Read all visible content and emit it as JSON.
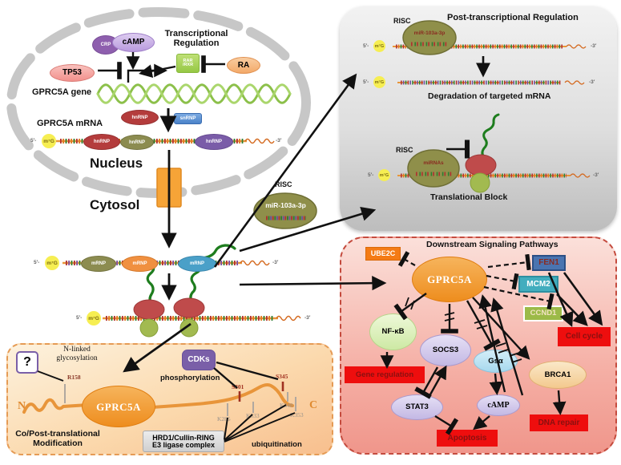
{
  "colors": {
    "accent_red": "#ee0e0e",
    "dark_red_text": "#8a1010",
    "gprc5a_orange": "#ee8d1e",
    "risc_olive": "#8f8f4a",
    "mrna_orange": "#e8953a",
    "panel_gray": "#d9d9d9",
    "panel_pink": "#f2a198",
    "panel_orange": "#f9c493"
  },
  "nucleus": {
    "title": "Transcriptional Regulation",
    "tp53": "TP53",
    "crp": "CRP",
    "camp": "cAMP",
    "rar_line1": "RAR",
    "rar_line2": "/RXR",
    "ra": "RA",
    "gene_label": "GPRC5A gene",
    "mrna_label": "GPRC5A mRNA",
    "hnrnp": "hnRNP",
    "snrnp": "snRNP",
    "nucleus_label": "Nucleus",
    "cytosol_label": "Cytosol"
  },
  "mrna": {
    "five_prime": "5′-",
    "three_prime": "-3′",
    "cap": "m⁷G",
    "mrnp": "mRNP"
  },
  "risc_mid": {
    "risc": "RISC",
    "mir": "miR-103a-3p"
  },
  "post_panel": {
    "title": "Post-transcriptional Regulation",
    "risc_top": "RISC",
    "mir_top": "miR-103a-3p",
    "degradation": "Degradation of targeted mRNA",
    "risc_bottom": "RISC",
    "mirnas": "miRNAs",
    "block": "Translational Block"
  },
  "downstream": {
    "title": "Downstream Signaling Pathways",
    "ube2c": "UBE2C",
    "gprc5a": "GPRC5A",
    "fen1": "FEN1",
    "mcm2": "MCM2",
    "ccnd1": "CCND1",
    "cell_cycle": "Cell cycle",
    "nfkb": "NF-κB",
    "socs3": "SOCS3",
    "gsa": "Gsα",
    "gene_regulation": "Gene regulation",
    "stat3": "STAT3",
    "camp": "cAMP",
    "brca1": "BRCA1",
    "apoptosis": "Apoptosis",
    "dna_repair": "DNA repair"
  },
  "mod_panel": {
    "title": "Co/Post-translational Modification",
    "question_mark": "?",
    "glycosylation": "N-linked glycosylation",
    "r158": "R158",
    "gprc5a": "GPRC5A",
    "cdks": "CDKs",
    "phosphorylation": "phosphorylation",
    "s301": "S301",
    "s345": "S345",
    "k285": "K285",
    "k333": "K333",
    "k348": "K348",
    "k353": "K353",
    "e3_line1": "HRD1/Cullin-RING",
    "e3_line2": "E3 ligase complex",
    "ubiquitination": "ubiquitination",
    "n_terminus": "N",
    "c_terminus": "C"
  }
}
